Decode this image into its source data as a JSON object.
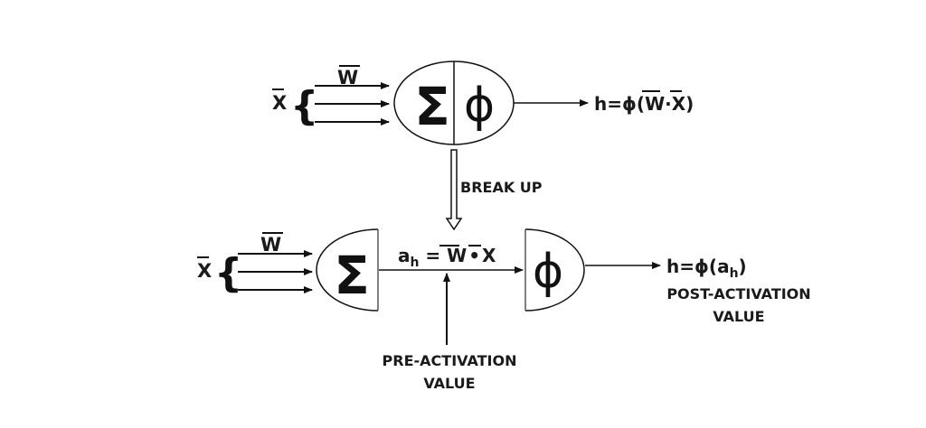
{
  "diagram": {
    "top_neuron": {
      "input_label": "X",
      "weight_label": "W",
      "sum_symbol": "Σ",
      "activation_symbol": "ϕ",
      "output_label": "h=ϕ(W·X)",
      "output_parts": {
        "prefix": "h=ϕ(",
        "w": "W",
        "dot": "·",
        "x": "X",
        "suffix": ")"
      }
    },
    "break_up_label": "BREAK UP",
    "bottom_neuron": {
      "input_label": "X",
      "weight_label": "W",
      "sum_symbol": "Σ",
      "activation_symbol": "ϕ",
      "preactivation_formula": {
        "a": "a",
        "sub": "h",
        "eq": " = ",
        "w": "W",
        "dot": "•",
        "x": "X"
      },
      "output_label": {
        "prefix": "h=ϕ(a",
        "sub": "h",
        "suffix": ")"
      },
      "post_activation_label": [
        "POST-ACTIVATION",
        "VALUE"
      ],
      "pre_activation_label": [
        "PRE-ACTIVATION",
        "VALUE"
      ]
    }
  }
}
